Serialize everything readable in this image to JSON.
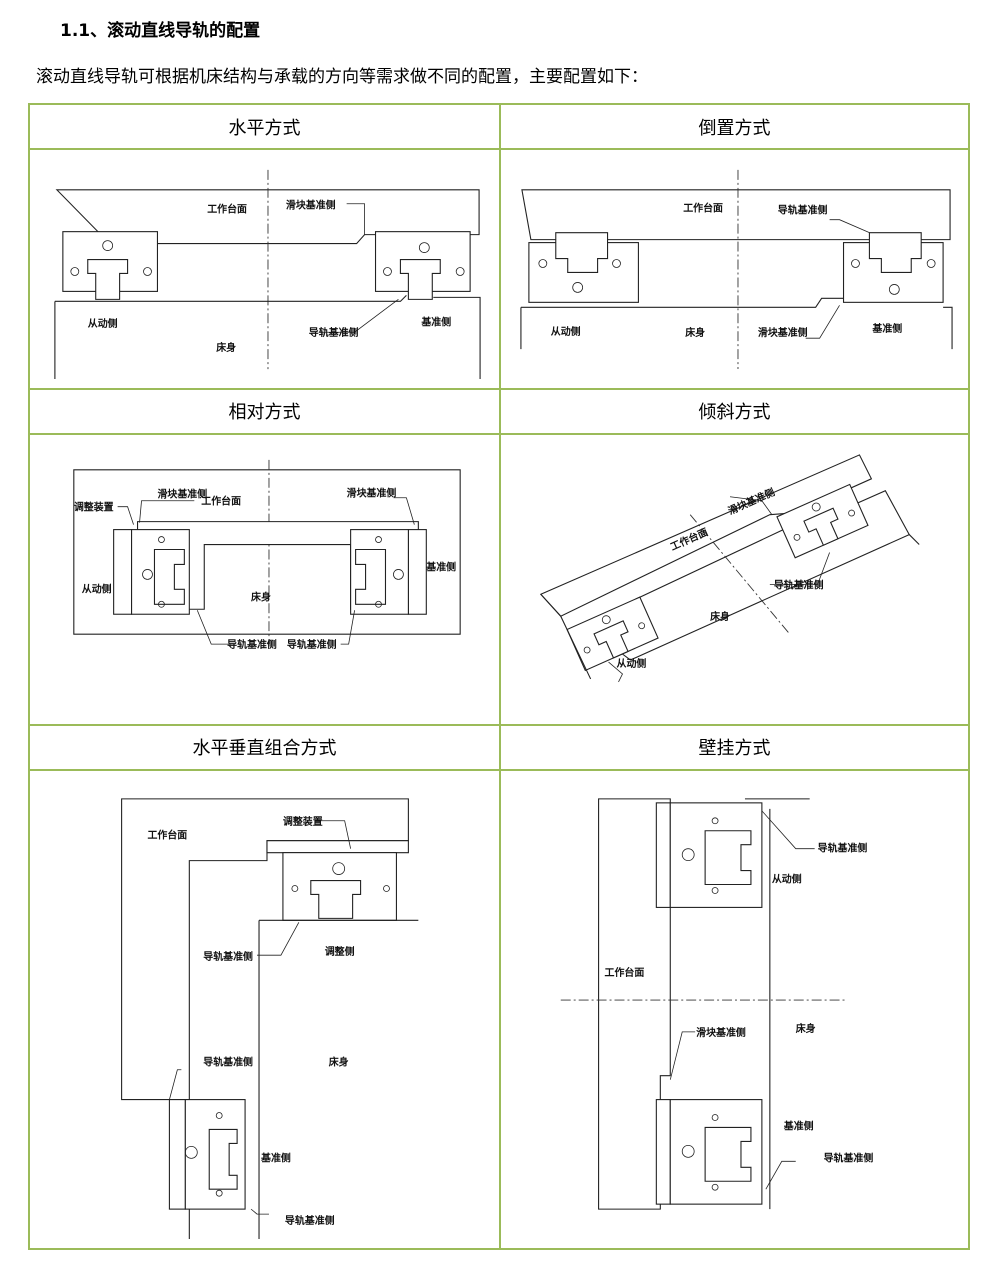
{
  "section": {
    "heading": "1.1、滚动直线导轨的配置",
    "intro": "滚动直线导轨可根据机床结构与承载的方向等需求做不同的配置，主要配置如下："
  },
  "configs": [
    {
      "title": "水平方式",
      "labels": {
        "table": "工作台面",
        "block_ref": "滑块基准侧",
        "driven": "从动侧",
        "rail_ref": "导轨基准侧",
        "ref": "基准侧",
        "bed": "床身"
      }
    },
    {
      "title": "倒置方式",
      "labels": {
        "table": "工作台面",
        "rail_ref_top": "导轨基准侧",
        "driven": "从动侧",
        "bed": "床身",
        "block_ref": "滑块基准侧",
        "ref": "基准侧"
      }
    },
    {
      "title": "相对方式",
      "labels": {
        "adjust": "调整装置",
        "block_ref_left": "滑块基准侧",
        "table": "工作台面",
        "block_ref_right": "滑块基准侧",
        "driven": "从动侧",
        "ref": "基准侧",
        "bed": "床身",
        "rail_ref_left": "导轨基准侧",
        "rail_ref_right": "导轨基准侧"
      }
    },
    {
      "title": "倾斜方式",
      "labels": {
        "block_ref": "滑块基准侧",
        "table": "工作台面",
        "rail_ref": "导轨基准侧",
        "bed": "床身",
        "driven": "从动侧"
      }
    },
    {
      "title": "水平垂直组合方式",
      "labels": {
        "table": "工作台面",
        "adjust_top": "调整装置",
        "rail_ref_mid": "导轨基准侧",
        "adjust_side": "调整侧",
        "rail_ref_left": "导轨基准侧",
        "bed": "床身",
        "ref": "基准侧",
        "rail_ref_bottom": "导轨基准侧"
      }
    },
    {
      "title": "壁挂方式",
      "labels": {
        "rail_ref_top": "导轨基准侧",
        "driven": "从动侧",
        "table": "工作台面",
        "block_ref": "滑块基准侧",
        "bed": "床身",
        "ref": "基准侧",
        "rail_ref_bottom": "导轨基准侧"
      }
    }
  ]
}
